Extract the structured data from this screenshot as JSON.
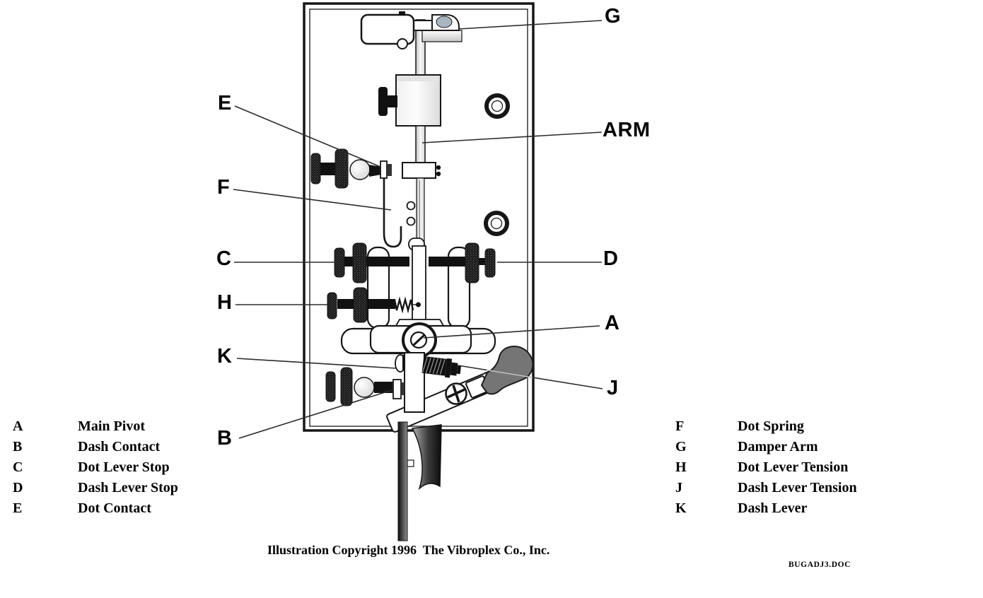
{
  "diagram": {
    "callouts": [
      {
        "id": "E",
        "label": "E"
      },
      {
        "id": "F",
        "label": "F"
      },
      {
        "id": "C",
        "label": "C"
      },
      {
        "id": "H",
        "label": "H"
      },
      {
        "id": "K",
        "label": "K"
      },
      {
        "id": "B",
        "label": "B"
      },
      {
        "id": "G",
        "label": "G"
      },
      {
        "id": "ARM",
        "label": "ARM"
      },
      {
        "id": "D",
        "label": "D"
      },
      {
        "id": "A",
        "label": "A"
      },
      {
        "id": "J",
        "label": "J"
      }
    ]
  },
  "legend": {
    "left": [
      {
        "key": "A",
        "name": "Main Pivot"
      },
      {
        "key": "B",
        "name": "Dash Contact"
      },
      {
        "key": "C",
        "name": "Dot Lever Stop"
      },
      {
        "key": "D",
        "name": "Dash Lever Stop"
      },
      {
        "key": "E",
        "name": "Dot Contact"
      }
    ],
    "right": [
      {
        "key": "F",
        "name": "Dot Spring"
      },
      {
        "key": "G",
        "name": "Damper Arm"
      },
      {
        "key": "H",
        "name": "Dot Lever Tension"
      },
      {
        "key": "J",
        "name": "Dash Lever Tension"
      },
      {
        "key": "K",
        "name": "Dash Lever"
      }
    ]
  },
  "footer": {
    "copyright": "Illustration Copyright 1996  The Vibroplex Co., Inc.",
    "doc_name": "BUGADJ3.DOC"
  },
  "colors": {
    "ink": "#1a1a1a",
    "knob": "#757575",
    "background": "#ffffff"
  }
}
